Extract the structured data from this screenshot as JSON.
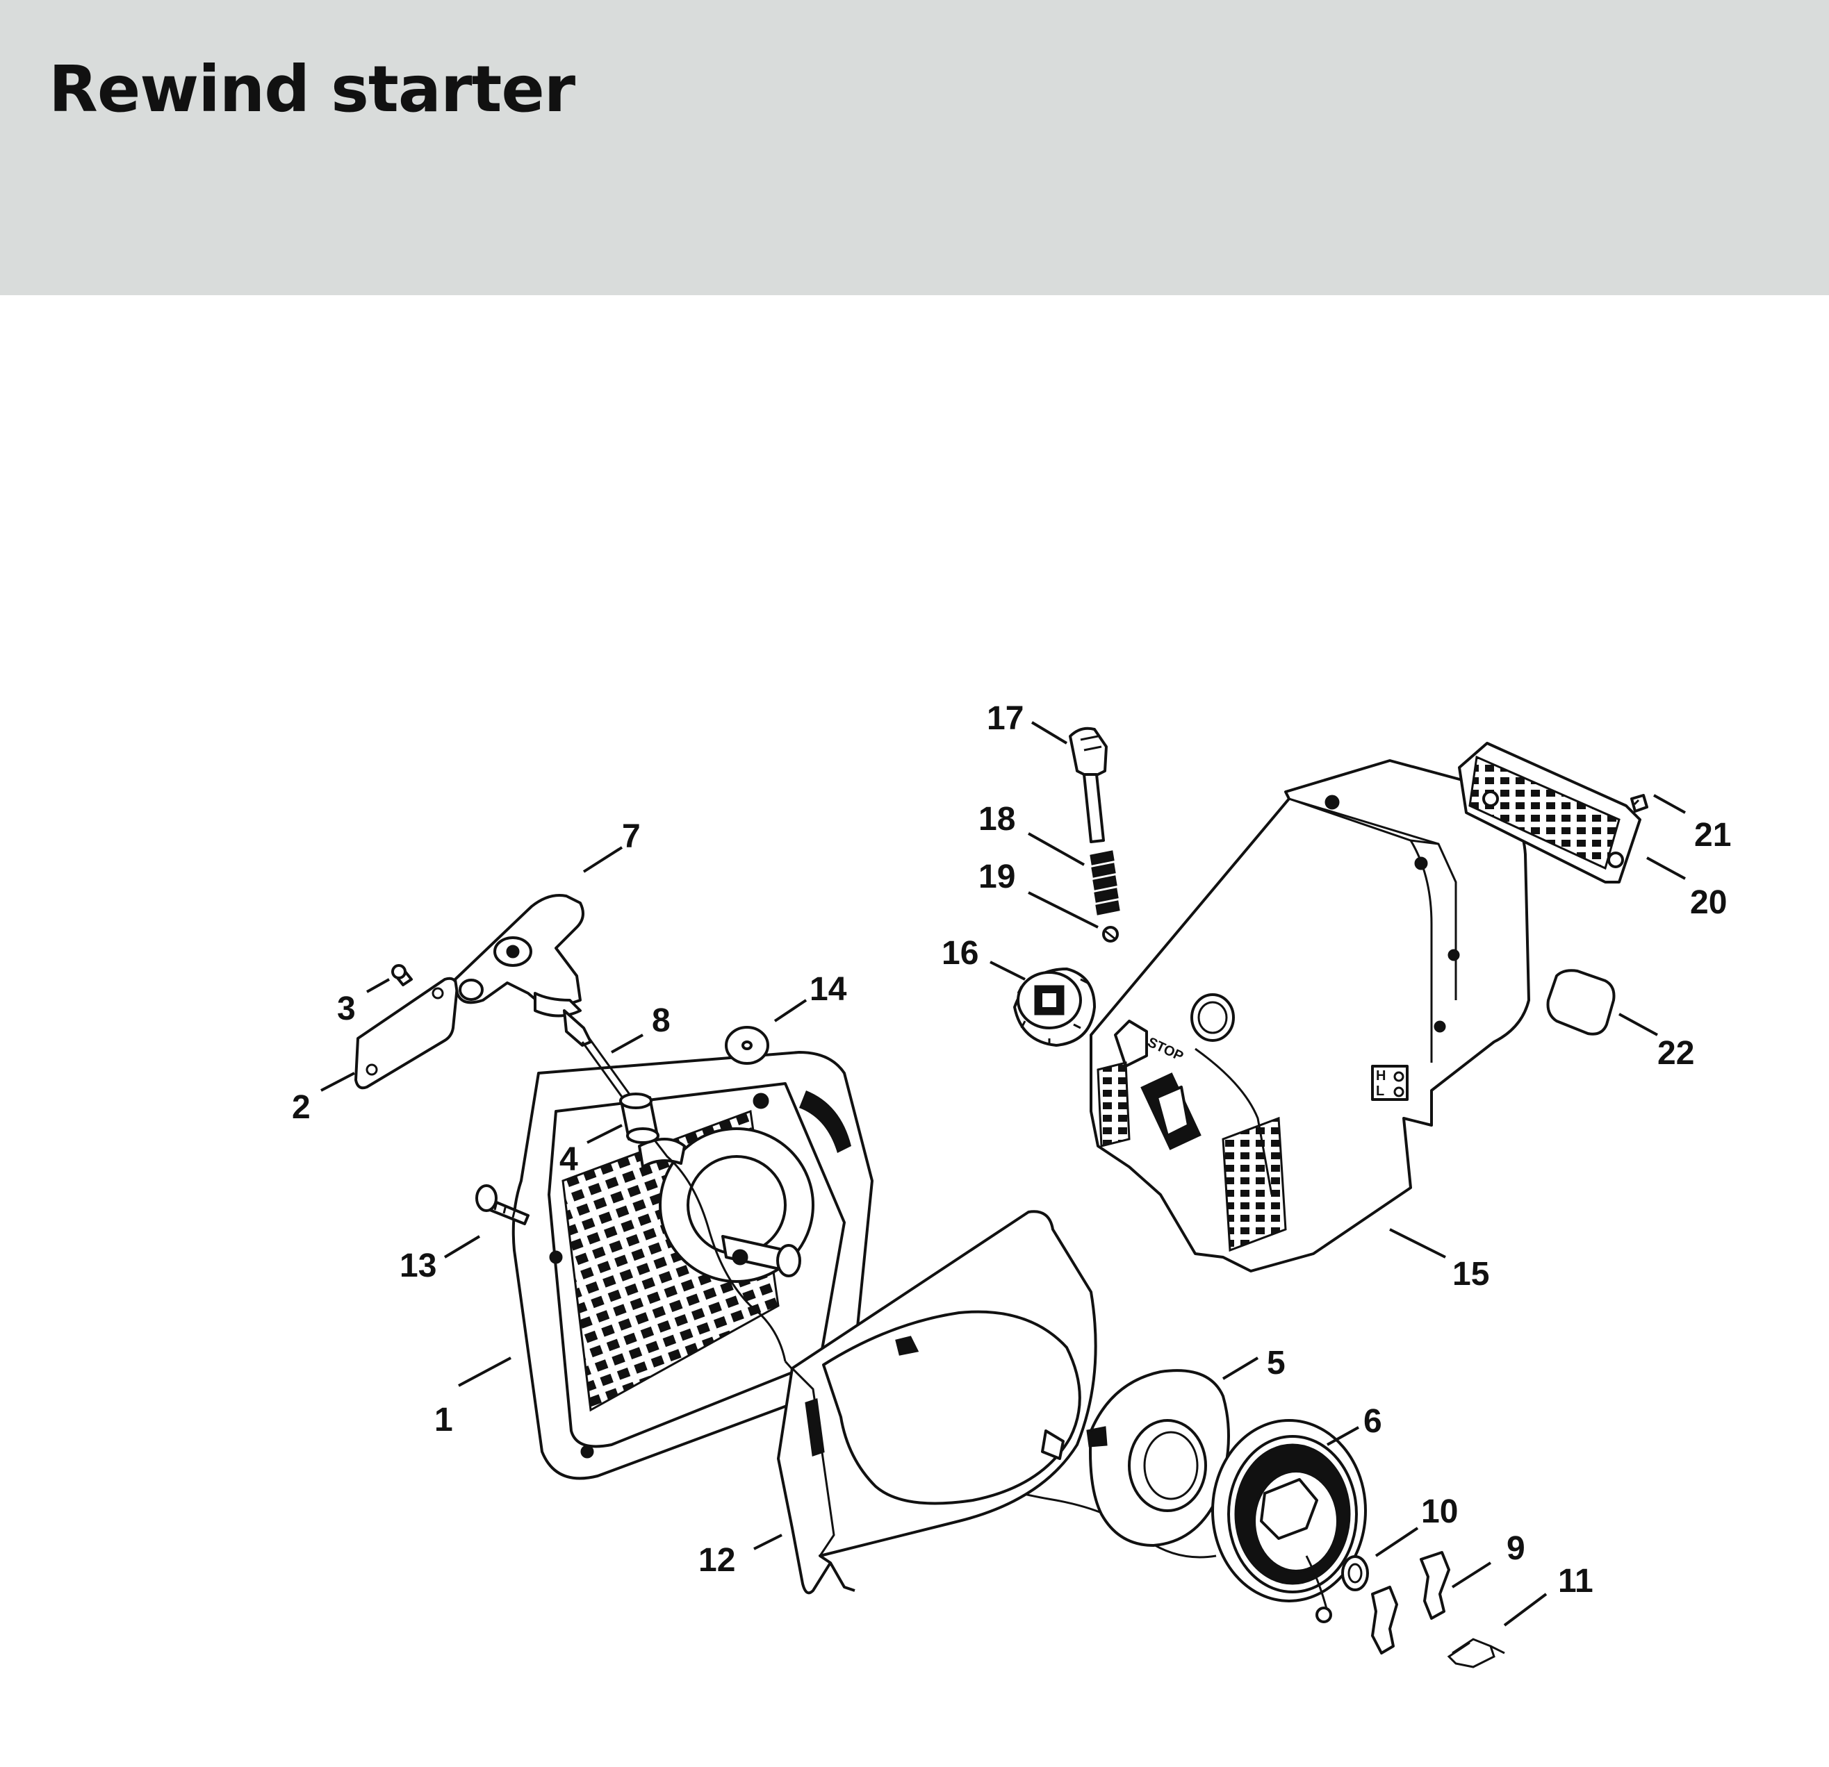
{
  "title": "Rewind starter",
  "callouts": [
    {
      "n": "1"
    },
    {
      "n": "2"
    },
    {
      "n": "3"
    },
    {
      "n": "4"
    },
    {
      "n": "5"
    },
    {
      "n": "6"
    },
    {
      "n": "7"
    },
    {
      "n": "8"
    },
    {
      "n": "9"
    },
    {
      "n": "10"
    },
    {
      "n": "11"
    },
    {
      "n": "12"
    },
    {
      "n": "13"
    },
    {
      "n": "14"
    },
    {
      "n": "15"
    },
    {
      "n": "16"
    },
    {
      "n": "17"
    },
    {
      "n": "18"
    },
    {
      "n": "19"
    },
    {
      "n": "20"
    },
    {
      "n": "21"
    },
    {
      "n": "22"
    }
  ],
  "housing_markings": {
    "stop": "STOP",
    "h": "H",
    "l": "L"
  },
  "colors": {
    "header_band": "#d9dcdb",
    "ink": "#111111"
  }
}
